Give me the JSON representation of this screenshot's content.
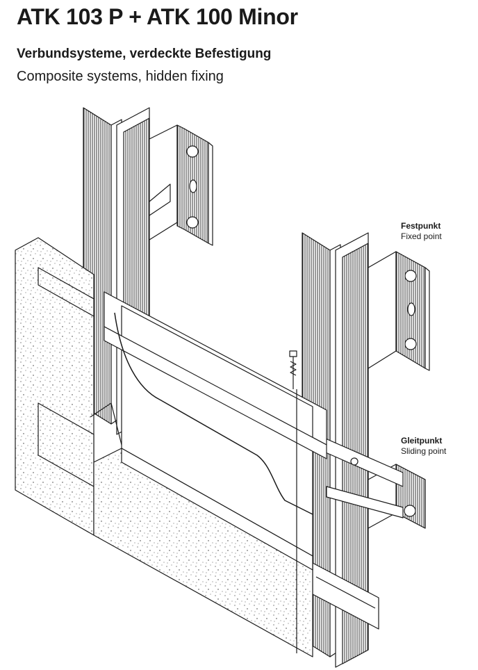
{
  "header": {
    "title": "ATK 103 P + ATK 100 Minor",
    "subtitle_de": "Verbundsysteme, verdeckte Befestigung",
    "subtitle_en": "Composite systems, hidden fixing"
  },
  "labels": {
    "fixed_point": {
      "de": "Festpunkt",
      "en": "Fixed point"
    },
    "sliding_point": {
      "de": "Gleitpunkt",
      "en": "Sliding point"
    }
  }
}
